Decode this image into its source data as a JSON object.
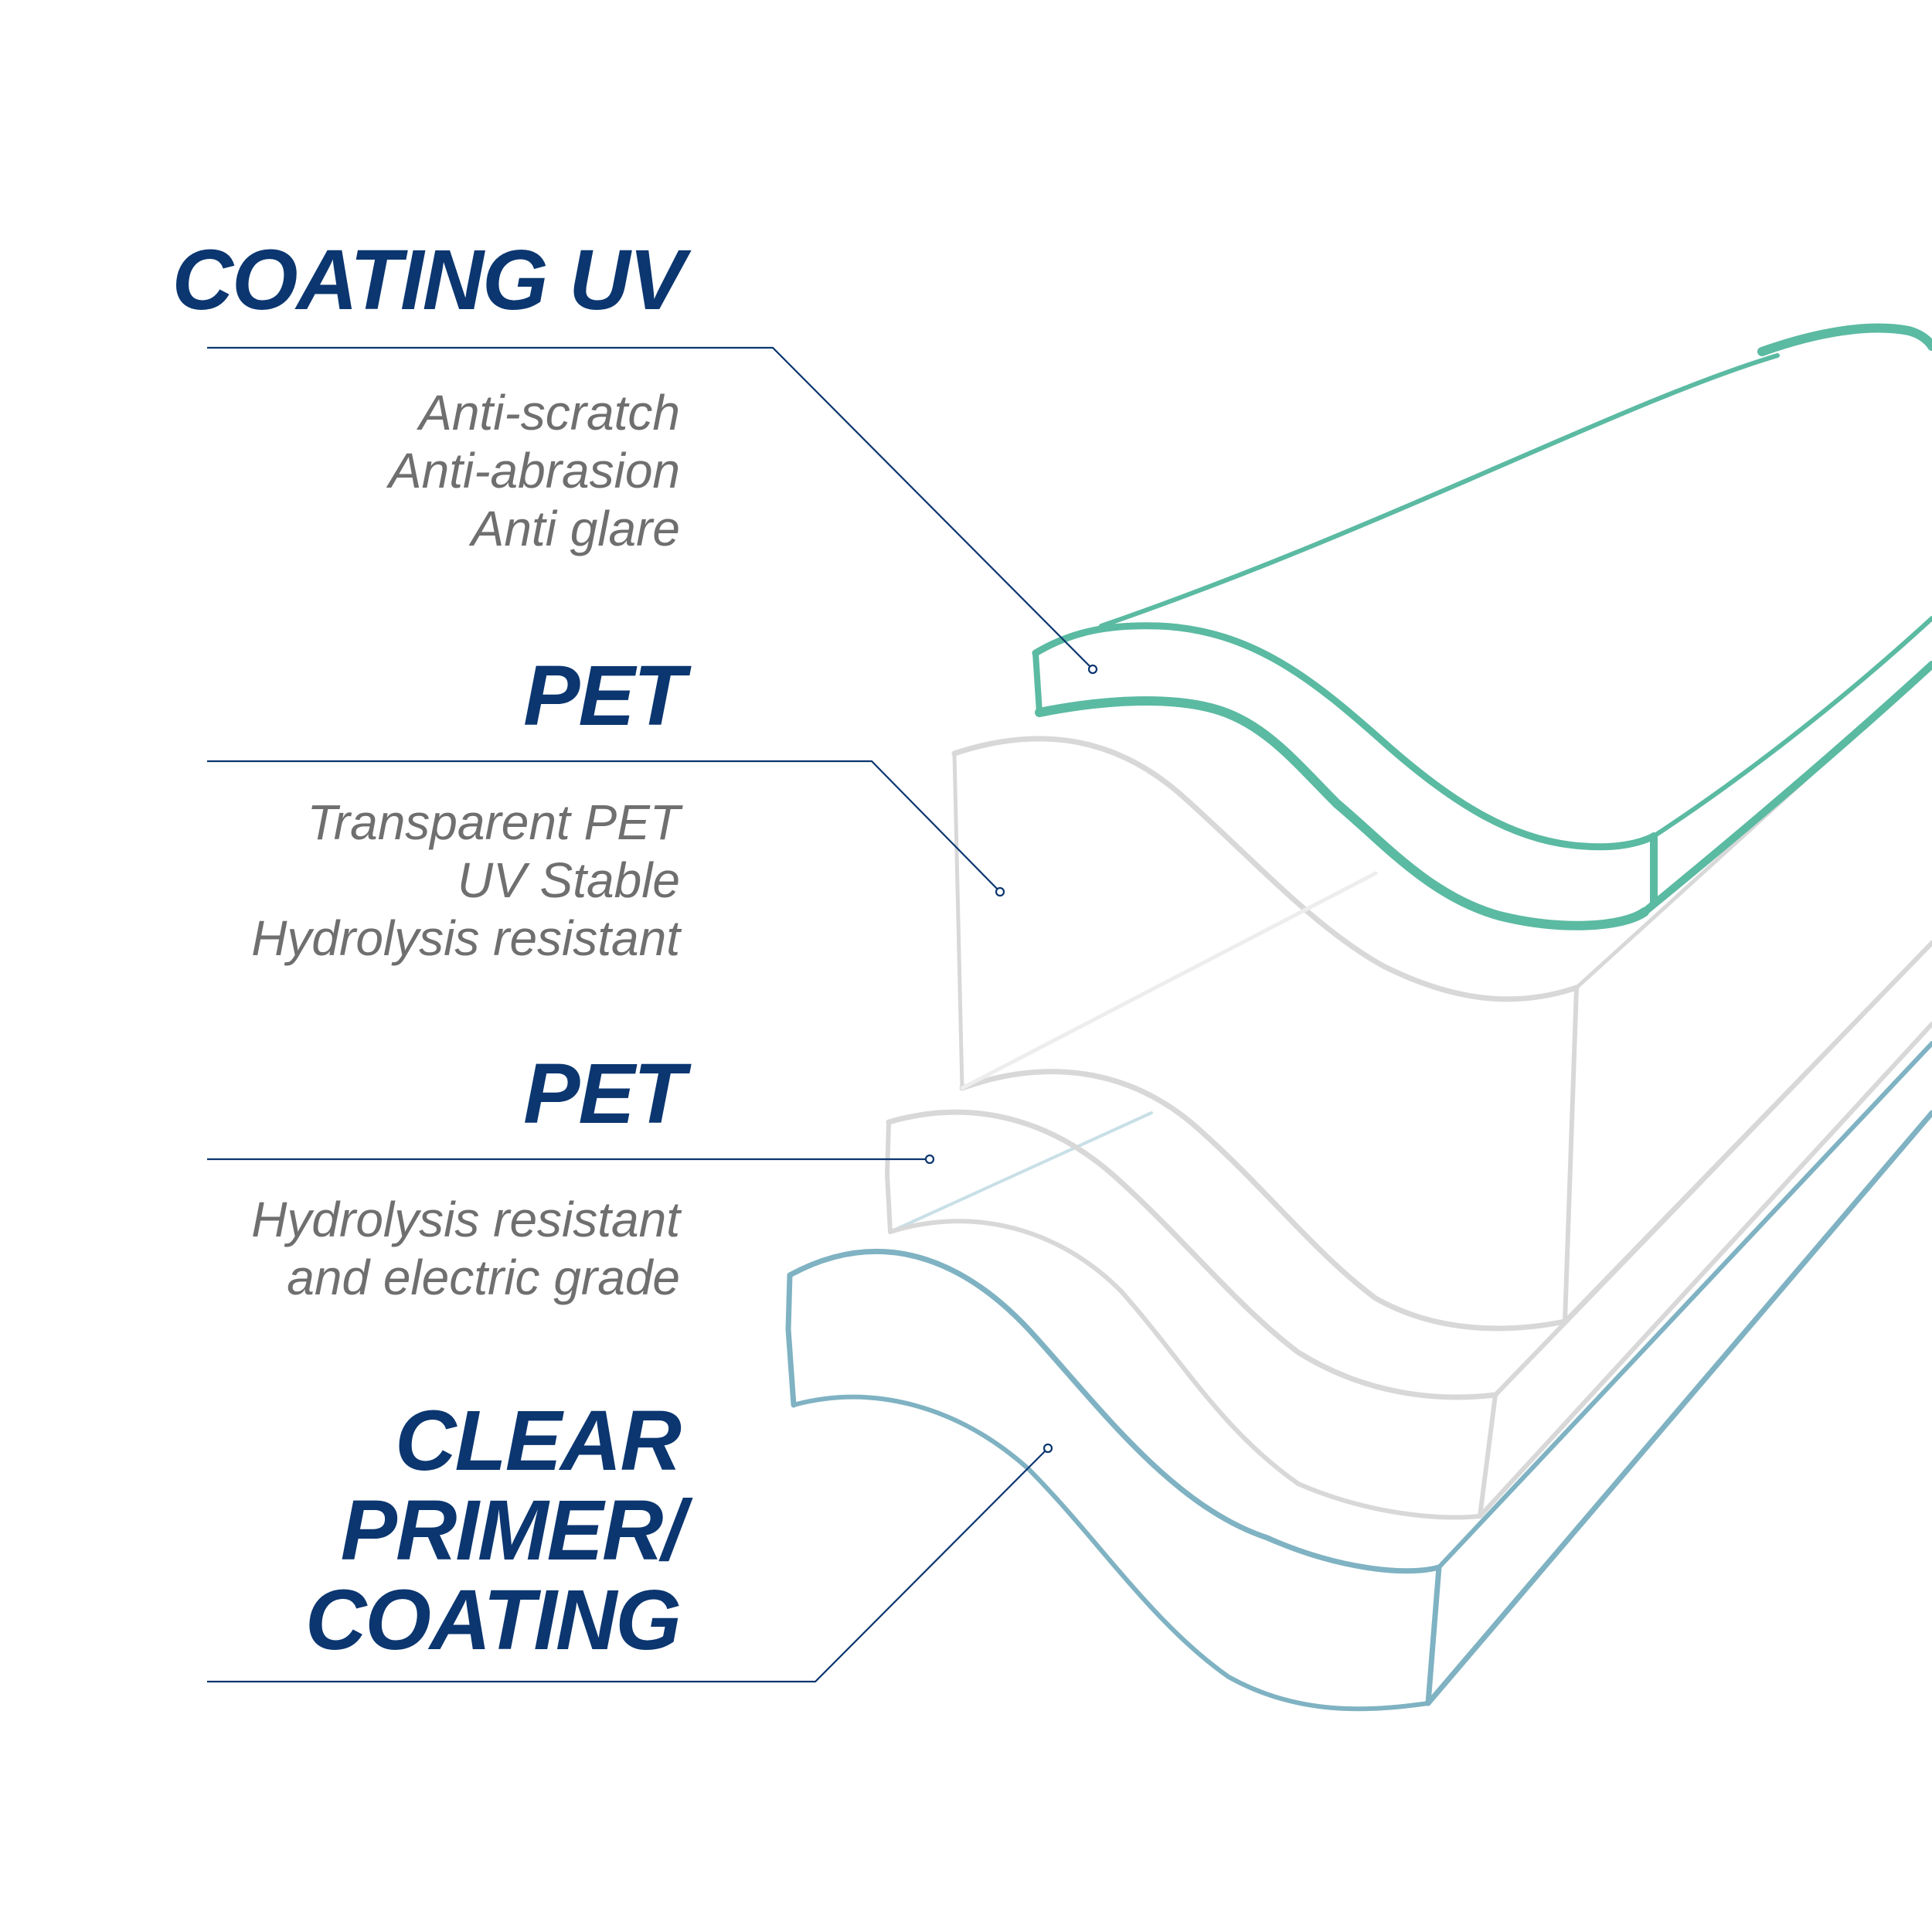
{
  "colors": {
    "title": "#0b3670",
    "description": "#6f6f6f",
    "leader_line": "#0b3670",
    "coating_uv_layer": "#5bbaa2",
    "pet_layer": "#d8d8d8",
    "primer_layer": "#7fb2c2"
  },
  "layers": [
    {
      "title": "COATING UV",
      "descriptions": [
        "Anti-scratch",
        "Anti-abrasion",
        "Anti glare"
      ]
    },
    {
      "title": "PET",
      "descriptions": [
        "Transparent PET",
        "UV Stable",
        "Hydrolysis resistant"
      ]
    },
    {
      "title": "PET",
      "descriptions": [
        "Hydrolysis resistant",
        "and electric grade"
      ]
    },
    {
      "title_lines": [
        "CLEAR",
        "PRIMER/",
        "COATING"
      ]
    }
  ]
}
